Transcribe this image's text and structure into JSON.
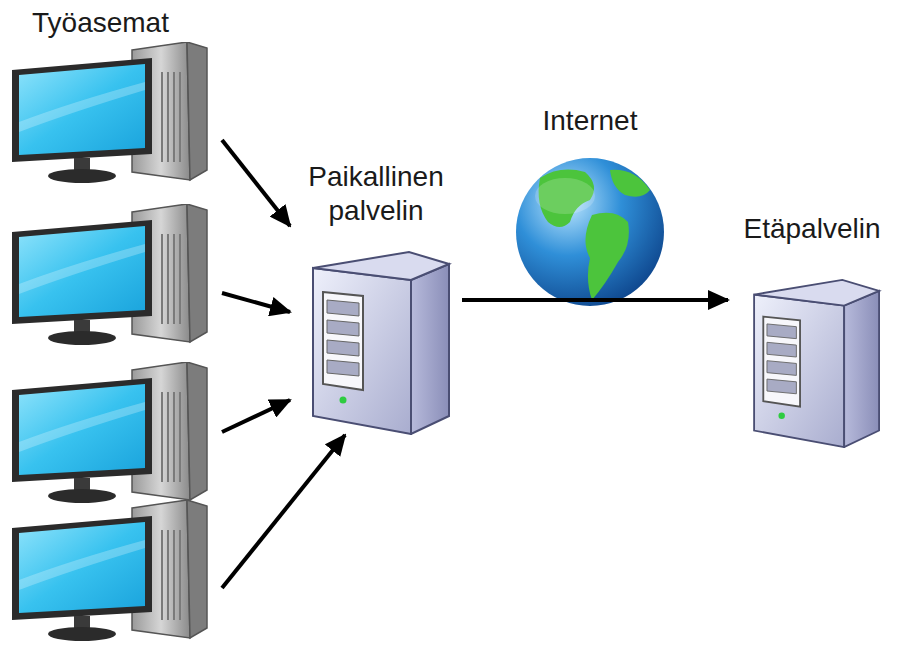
{
  "diagram": {
    "nodes": [
      {
        "text": [
          "Työasemat"
        ]
      },
      {
        "text": [
          "Paikallinen palvelin"
        ]
      },
      {
        "text": [
          "Etäpalvelin"
        ]
      }
    ],
    "edges": [
      {
        "from": 0,
        "to": 1,
        "arrow": "to"
      },
      {
        "from": 0,
        "to": 1,
        "arrow": "to"
      },
      {
        "from": 0,
        "to": 1,
        "arrow": "to"
      },
      {
        "from": 0,
        "to": 1,
        "arrow": "to"
      },
      {
        "from": 1,
        "to": 2,
        "arrow": "to"
      }
    ],
    "labels": [
      "Internet"
    ]
  }
}
